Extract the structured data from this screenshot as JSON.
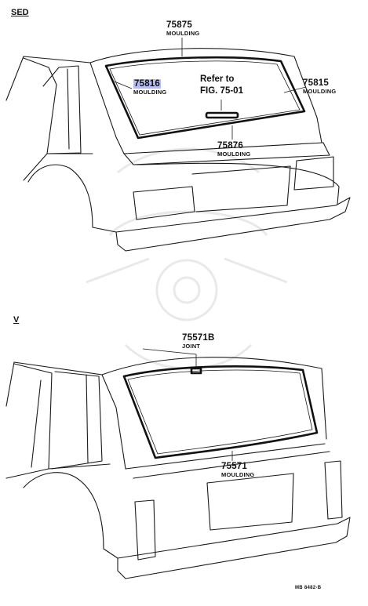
{
  "sections": {
    "sedan": {
      "tag": "SED",
      "callouts": [
        {
          "part": "75875",
          "desc": "MOULDING"
        },
        {
          "part": "75816",
          "desc": "MOULDING"
        },
        {
          "part": "75815",
          "desc": "MOULDING"
        },
        {
          "part": "75876",
          "desc": "MOULDING"
        }
      ],
      "reference": {
        "line1": "Refer to",
        "line2": "FIG. 75-01"
      }
    },
    "van": {
      "tag": "V",
      "callouts": [
        {
          "part": "75571B",
          "desc": "JOINT"
        },
        {
          "part": "75571",
          "desc": "MOULDING"
        }
      ]
    }
  },
  "highlight": {
    "part": "75816",
    "color": "#b6bdf3"
  },
  "drawing_code": "MB 8482-B"
}
